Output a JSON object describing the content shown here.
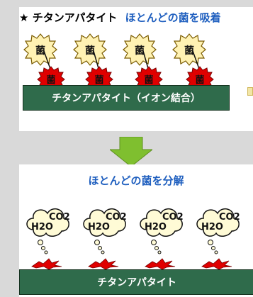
{
  "top_panel": {
    "header": {
      "star": "★",
      "prefix": "チタンアパタイト",
      "suffix": "ほとんどの菌を吸着"
    },
    "bacteria_label": "菌",
    "plate_label": "チタンアパタイト（イオン結合）"
  },
  "bottom_panel": {
    "title": "ほとんどの菌を分解",
    "bubble": {
      "h2o": "H2O",
      "co2": "CO2"
    },
    "plate_label": "チタンアパタイト"
  },
  "colors": {
    "plate_green": "#2f6b4b",
    "accent_blue": "#1f5fbf",
    "arrow_green": "#7fbf2f",
    "bacteria_red": "#e00000",
    "bacteria_yellow": "#fff2b3"
  }
}
